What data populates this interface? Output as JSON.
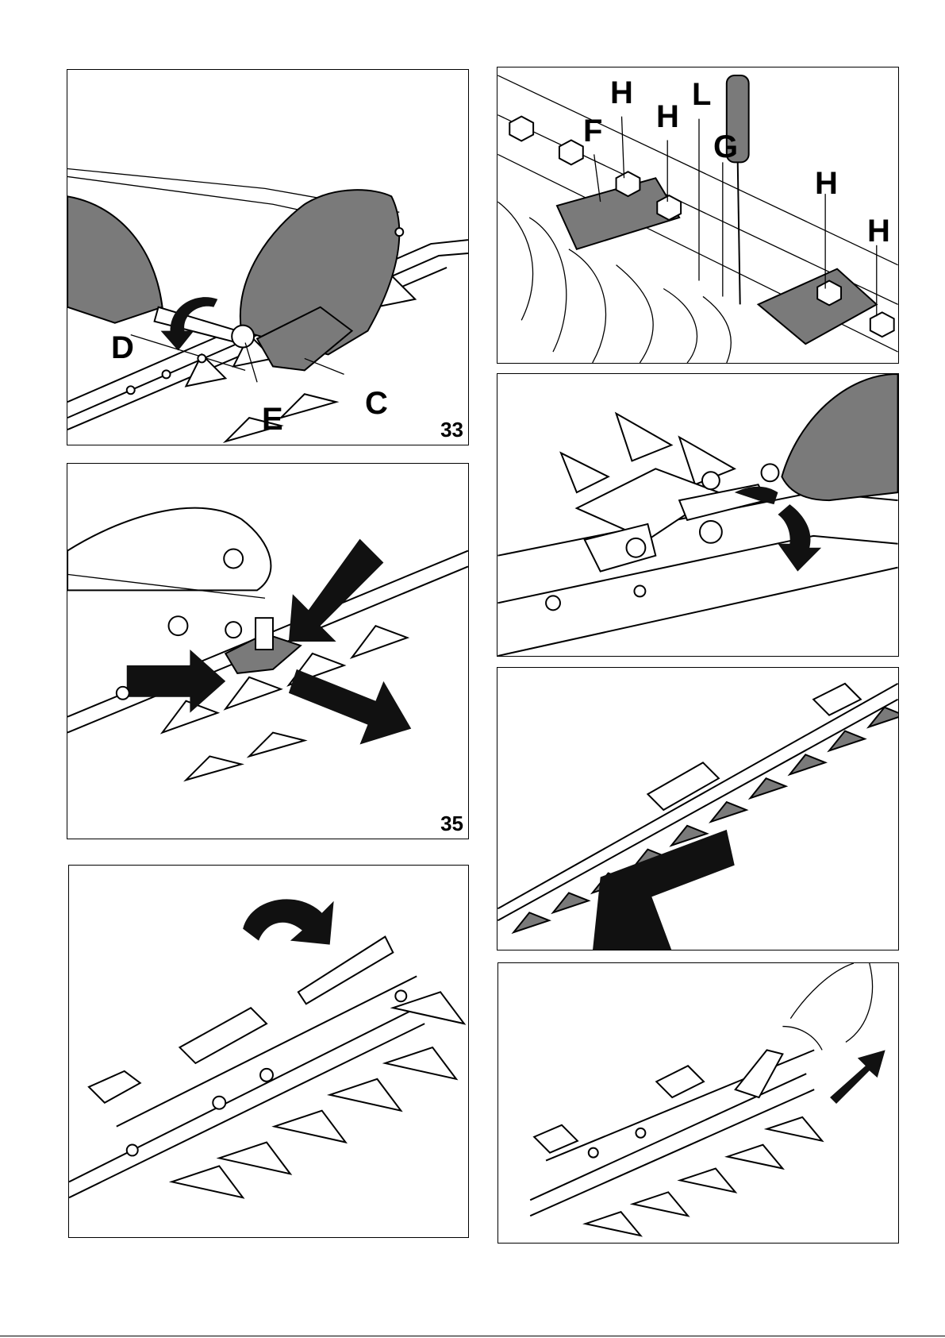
{
  "figures": {
    "fig33": {
      "number": "33",
      "labels": {
        "D": "D",
        "E": "E",
        "C": "C"
      }
    },
    "fig34": {
      "labels": {
        "H1": "H",
        "H2": "H",
        "H3": "H",
        "H4": "H",
        "F": "F",
        "L": "L",
        "G": "G"
      }
    },
    "fig35": {
      "number": "35"
    },
    "fig36": {},
    "fig37": {},
    "fig38": {},
    "fig39": {}
  },
  "icons": [
    "wrench-icon",
    "gloved-hand-icon",
    "arrow-icon",
    "screwdriver-icon",
    "rotate-arrow-icon",
    "file-tool-icon"
  ]
}
